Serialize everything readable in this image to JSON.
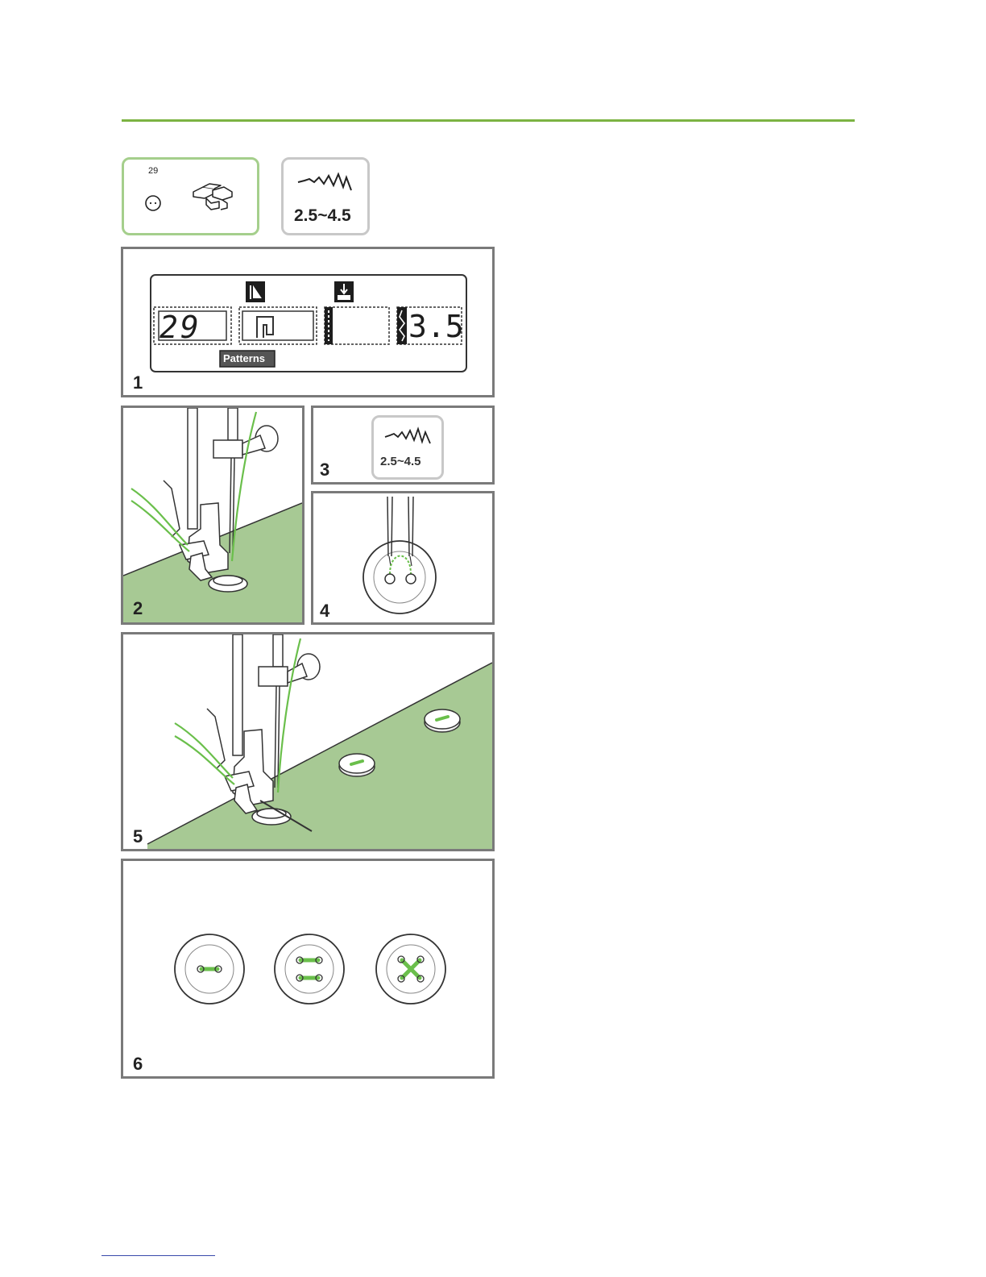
{
  "presser_foot_badge": {
    "pattern_number": "29",
    "icon": "button-sewing-foot-icon"
  },
  "stitch_width_badge": {
    "range": "2.5~4.5",
    "icon": "zigzag-stitch-icon"
  },
  "lcd_panel": {
    "step": "1",
    "pattern_number": "29",
    "stitch_width": "3.5",
    "patterns_label": "Patterns"
  },
  "step_2": {
    "step": "2"
  },
  "step_3": {
    "step": "3",
    "range": "2.5~4.5"
  },
  "step_4": {
    "step": "4"
  },
  "step_5": {
    "step": "5"
  },
  "step_6": {
    "step": "6"
  },
  "colors": {
    "accent_green": "#7cb342",
    "fabric_green": "#a7c994",
    "thread_green": "#6abf4b",
    "frame_gray": "#7a7a7a"
  }
}
